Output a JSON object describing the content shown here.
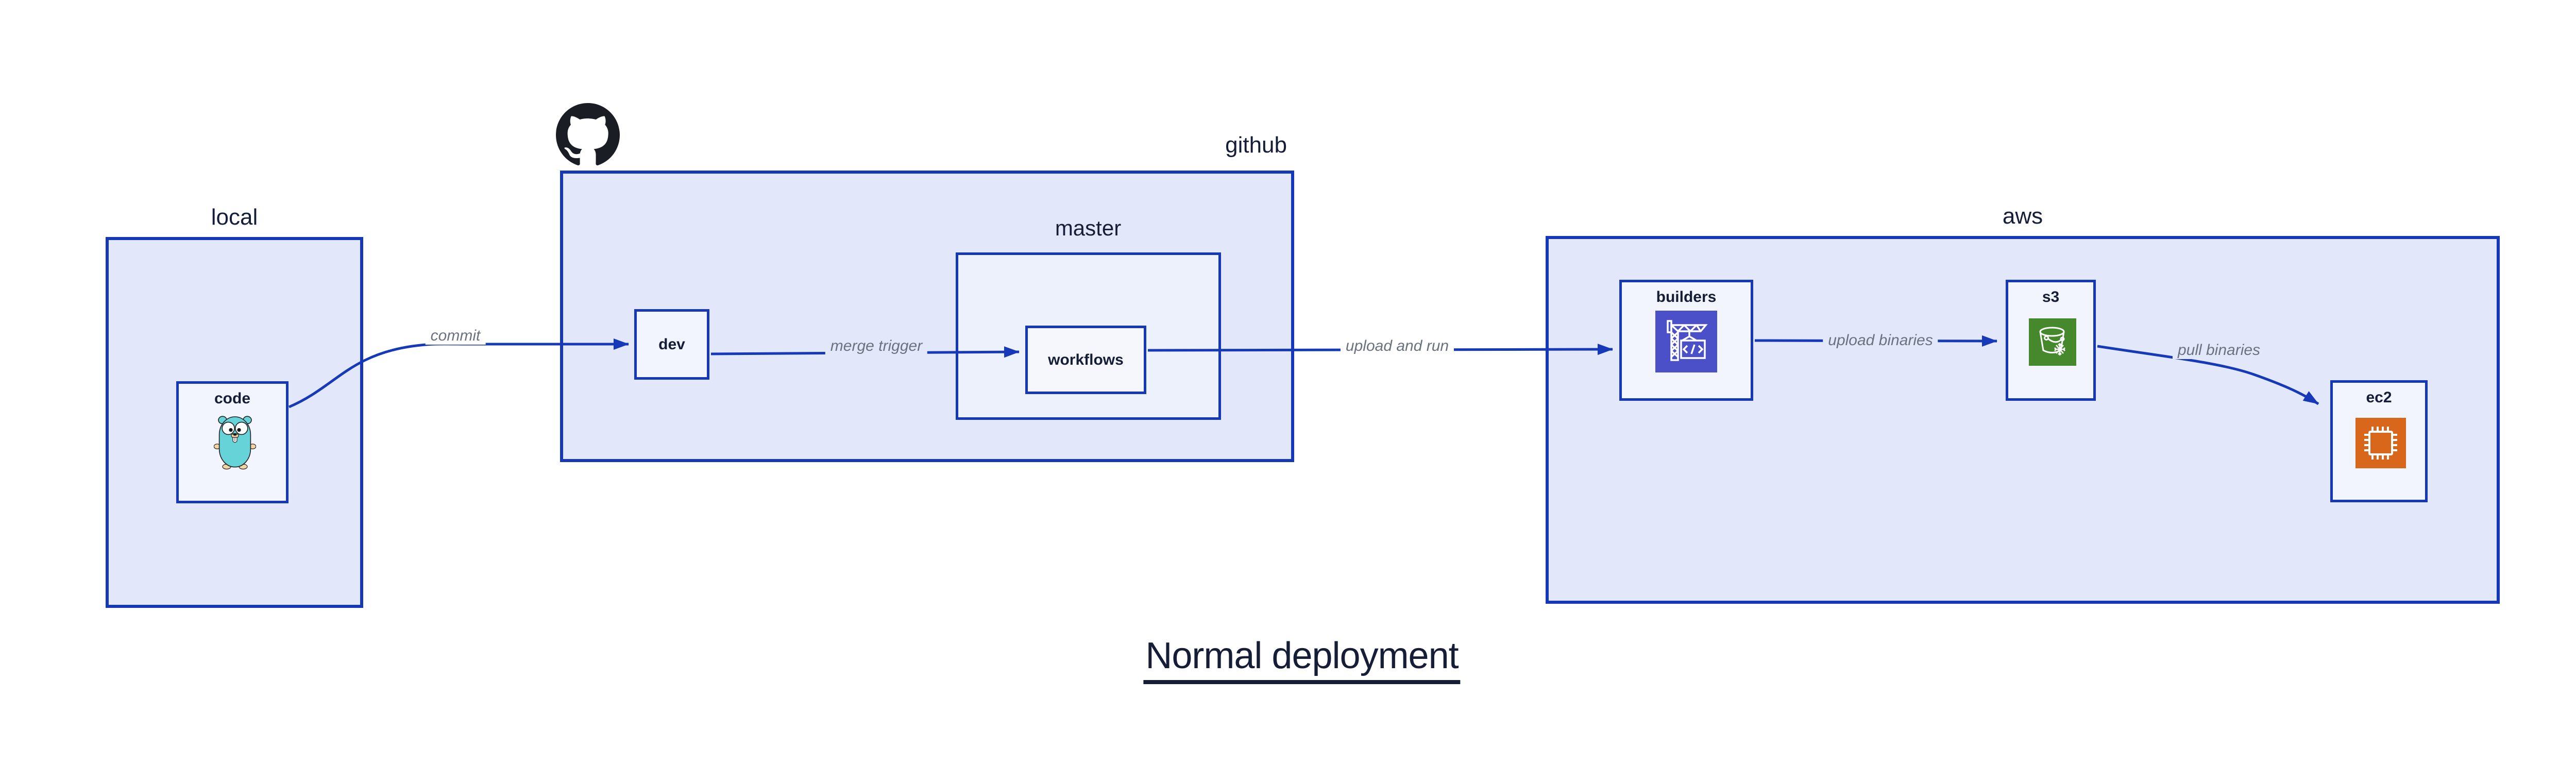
{
  "title": {
    "text": "Normal deployment"
  },
  "containers": {
    "local": {
      "label": "local"
    },
    "github": {
      "label": "github"
    },
    "master": {
      "label": "master"
    },
    "aws": {
      "label": "aws"
    }
  },
  "nodes": {
    "code": {
      "label": "code"
    },
    "dev": {
      "label": "dev"
    },
    "workflows": {
      "label": "workflows"
    },
    "builders": {
      "label": "builders"
    },
    "s3": {
      "label": "s3"
    },
    "ec2": {
      "label": "ec2"
    }
  },
  "edges": [
    {
      "from": "code",
      "to": "dev",
      "label": "commit"
    },
    {
      "from": "dev",
      "to": "workflows",
      "label": "merge trigger"
    },
    {
      "from": "workflows",
      "to": "builders",
      "label": "upload and run"
    },
    {
      "from": "builders",
      "to": "s3",
      "label": "upload binaries"
    },
    {
      "from": "s3",
      "to": "ec2",
      "label": "pull binaries"
    }
  ],
  "icons": {
    "github_logo": "github-octocat-logo",
    "code_icon": "go-gopher-mascot",
    "builders_icon": "aws-codebuild-crane",
    "s3_icon": "aws-s3-glacier-bucket-snowflake",
    "ec2_icon": "aws-ec2-chip"
  },
  "colors": {
    "box_border_blue": "#1438b8",
    "arrow_blue": "#1539b9",
    "container_fill": "#e2e8f9",
    "nested_fill": "#edf1fb",
    "leaf_fill": "#f2f5fd",
    "label_dark_navy": "#161d36",
    "edge_label_gray": "#6a7280",
    "codebuild_purple": "#4b50c8",
    "glacier_green": "#46892c",
    "ec2_orange": "#d9671b",
    "gopher_cyan": "#66d3d8",
    "gopher_tan": "#f5d3a0"
  }
}
